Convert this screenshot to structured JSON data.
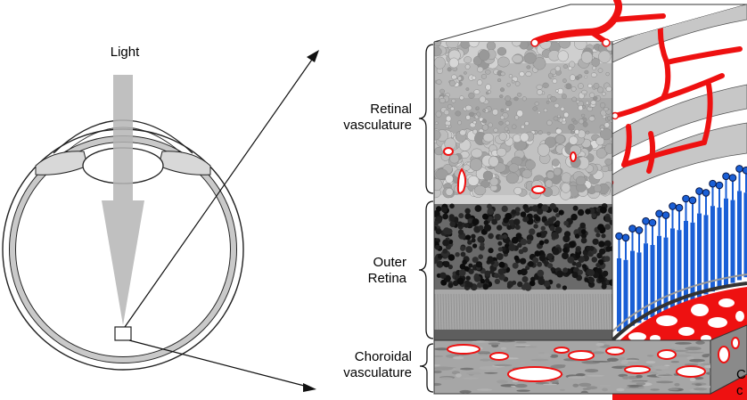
{
  "labels": {
    "light": "Light",
    "retinal_line1": "Retinal",
    "retinal_line2": "vasculature",
    "outer_line1": "Outer",
    "outer_line2": "Retina",
    "choroidal_line1": "Choroidal",
    "choroidal_line2": "vasculature",
    "cut_line1": "C",
    "cut_line2": "c"
  },
  "colors": {
    "vessel": "#ee1111",
    "photoreceptor": "#1a5fd6",
    "photoreceptor_dark": "#0a1a4a",
    "arrow": "#b5b5b5",
    "tissue_gray": "#bdbdbd",
    "ink": "#000000"
  }
}
